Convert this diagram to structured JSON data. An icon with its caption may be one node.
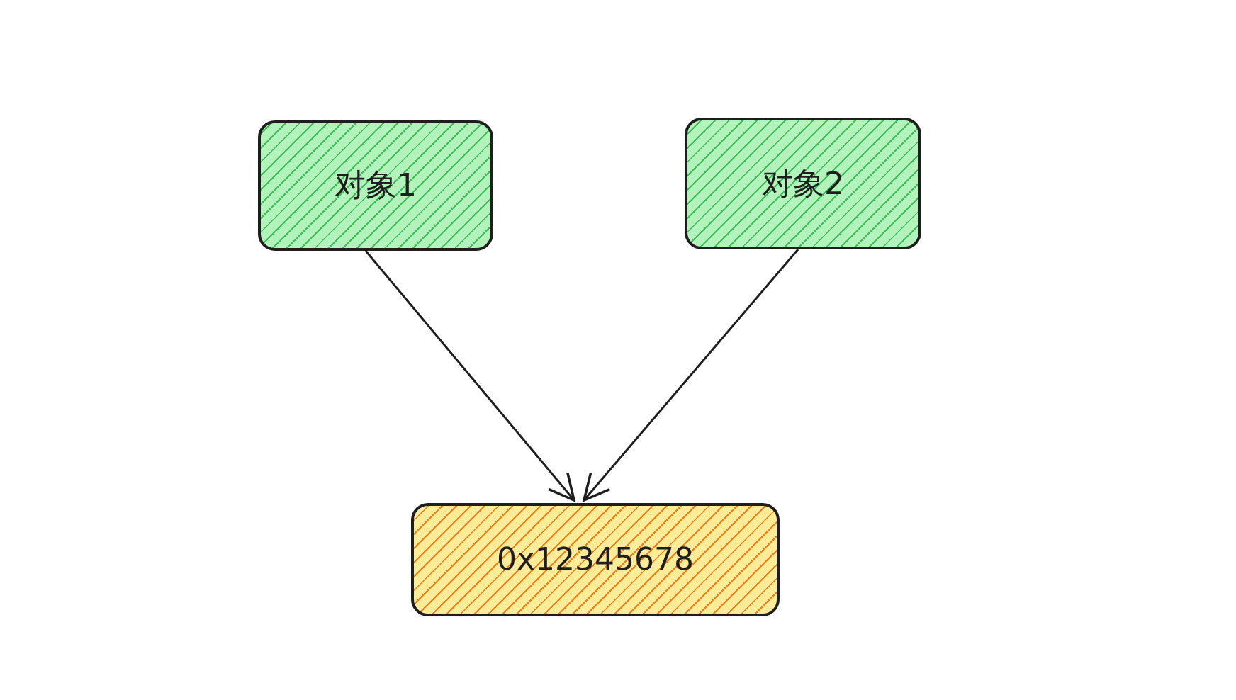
{
  "diagram": {
    "nodes": [
      {
        "text": [
          "对象1"
        ]
      },
      {
        "text": [
          "对象2"
        ]
      },
      {
        "text": [
          "0x12345678"
        ]
      }
    ],
    "edges": [
      {
        "from": 0,
        "to": 2,
        "arrow": "to"
      },
      {
        "from": 1,
        "to": 2,
        "arrow": "to"
      }
    ]
  }
}
